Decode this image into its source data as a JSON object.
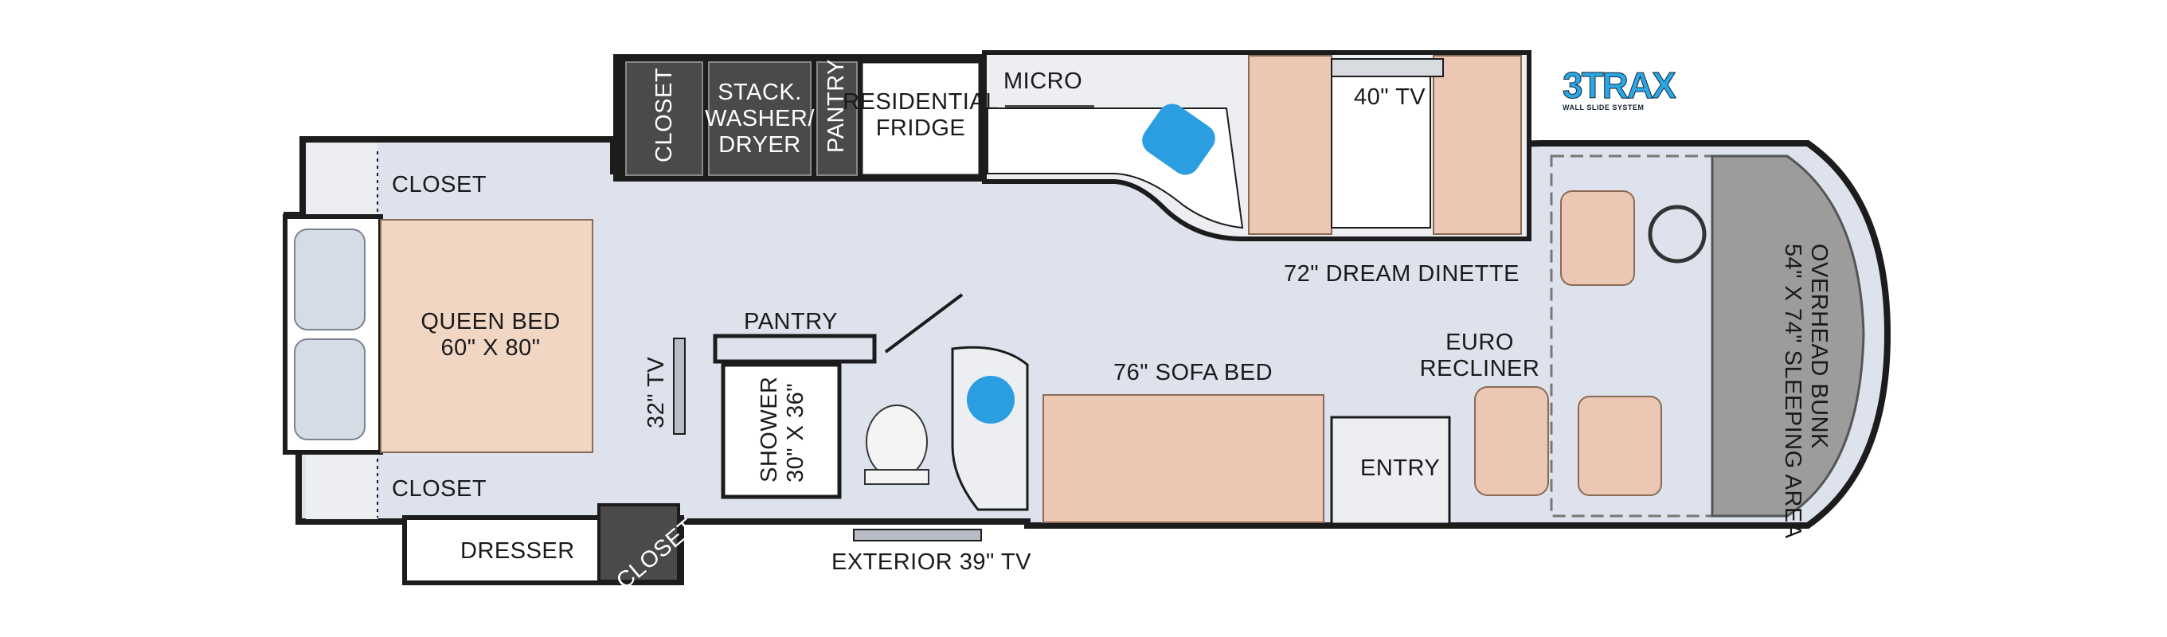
{
  "logo": {
    "text": "3TRAX",
    "subtext": "WALL SLIDE SYSTEM"
  },
  "rooms": {
    "closet_top": "CLOSET",
    "closet_bottom": "CLOSET",
    "queen_bed": [
      "QUEEN BED",
      "60\" X 80\""
    ],
    "tv_32": "32\" TV",
    "dresser": "DRESSER",
    "closet_corner": "CLOSET",
    "closet_slide": "CLOSET",
    "washer": [
      "STACK.",
      "WASHER/",
      "DRYER"
    ],
    "pantry_slide": "PANTRY",
    "fridge": [
      "RESIDENTIAL",
      "FRIDGE"
    ],
    "micro": "MICRO",
    "tv_40": "40\" TV",
    "dinette": "72\" DREAM DINETTE",
    "pantry_bath": "PANTRY",
    "shower": [
      "SHOWER",
      "30\" X 36\""
    ],
    "exterior_tv": "EXTERIOR 39\" TV",
    "sofa_bed": "76\" SOFA BED",
    "euro_recliner": [
      "EURO",
      "RECLINER"
    ],
    "entry": "ENTRY",
    "overhead_bunk": [
      "OVERHEAD BUNK",
      "54\" X 74\" SLEEPING AREA"
    ]
  },
  "colors": {
    "floor": "#dde2ec",
    "wall": "#1c1c1c",
    "slide": "#4a4a4a",
    "bed": "#f2d6c4",
    "furniture": "#ecc8b4",
    "accent": "#2a9ee0",
    "cab": "#9c9c9c"
  }
}
